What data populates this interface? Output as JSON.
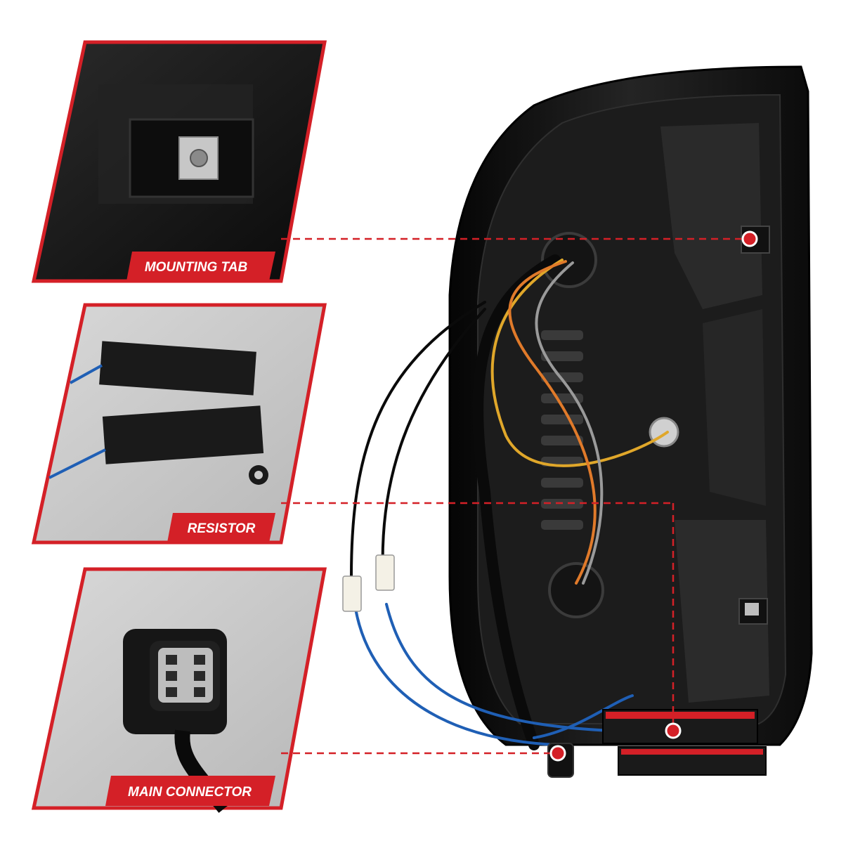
{
  "callouts": [
    {
      "id": "mounting-tab",
      "label": "MOUNTING TAB"
    },
    {
      "id": "resistor",
      "label": "RESISTOR"
    },
    {
      "id": "main-connector",
      "label": "MAIN CONNECTOR"
    }
  ],
  "colors": {
    "accent": "#d42027",
    "panel_dark": "#161616",
    "panel_light": "#c9c9c9",
    "housing": "#0e0e0e"
  }
}
